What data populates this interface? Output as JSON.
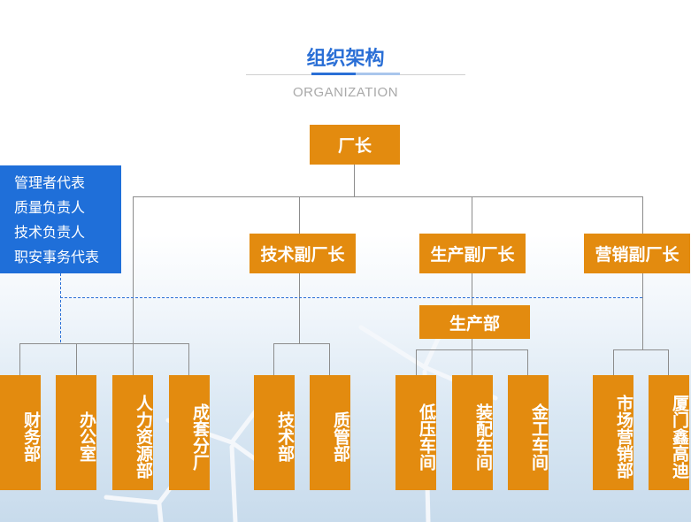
{
  "header": {
    "title": "组织架构",
    "subtitle": "ORGANIZATION"
  },
  "top": {
    "label": "厂长"
  },
  "representatives": {
    "lines": [
      "管理者代表",
      "质量负责人",
      "技术负责人",
      "职安事务代表"
    ]
  },
  "vice_directors": [
    {
      "label": "技术副厂长"
    },
    {
      "label": "生产副厂长"
    },
    {
      "label": "营销副厂长"
    }
  ],
  "production_department": {
    "label": "生产部"
  },
  "departments": [
    {
      "label": "财务部"
    },
    {
      "label": "办公室"
    },
    {
      "label": "人力资源部"
    },
    {
      "label": "成套分厂"
    },
    {
      "label": "技术部"
    },
    {
      "label": "质管部"
    },
    {
      "label": "低压车间"
    },
    {
      "label": "装配车间"
    },
    {
      "label": "金工车间"
    },
    {
      "label": "市场营销部"
    },
    {
      "label": "厦门鑫高迪"
    }
  ],
  "colors": {
    "box": "#e38b0f",
    "title": "#2a6fd6",
    "representatives_box": "#1f6fd9"
  }
}
